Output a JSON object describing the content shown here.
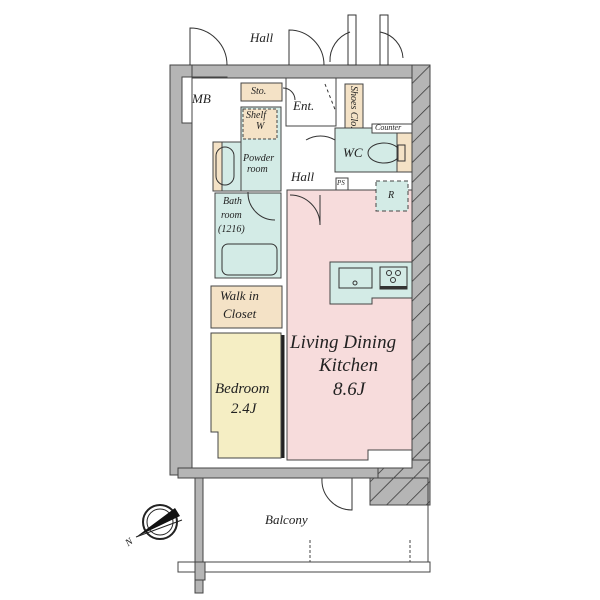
{
  "colors": {
    "wall": "#b5b5b5",
    "ldk": "#f7dcdc",
    "wet": "#d3ebe6",
    "storage": "#f4e2c6",
    "bedroom": "#f5eec4"
  },
  "labels": {
    "hall_top": "Hall",
    "mb": "MB",
    "storage": "Sto.",
    "entrance": "Ent.",
    "shoes_closet": "Shoes Clo.",
    "shelf": "Shelf",
    "washer": "W",
    "counter": "Counter",
    "wc": "WC",
    "powder_room_1": "Powder",
    "powder_room_2": "room",
    "hall_inner": "Hall",
    "ps": "PS",
    "refrigerator": "R",
    "bathroom_1": "Bath",
    "bathroom_2": "room",
    "bathroom_3": "(1216)",
    "walk_in_closet_1": "Walk in",
    "walk_in_closet_2": "Closet",
    "ldk_1": "Living Dining",
    "ldk_2": "Kitchen",
    "ldk_size": "8.6J",
    "bedroom": "Bedroom",
    "bedroom_size": "2.4J",
    "balcony": "Balcony",
    "north": "N"
  }
}
